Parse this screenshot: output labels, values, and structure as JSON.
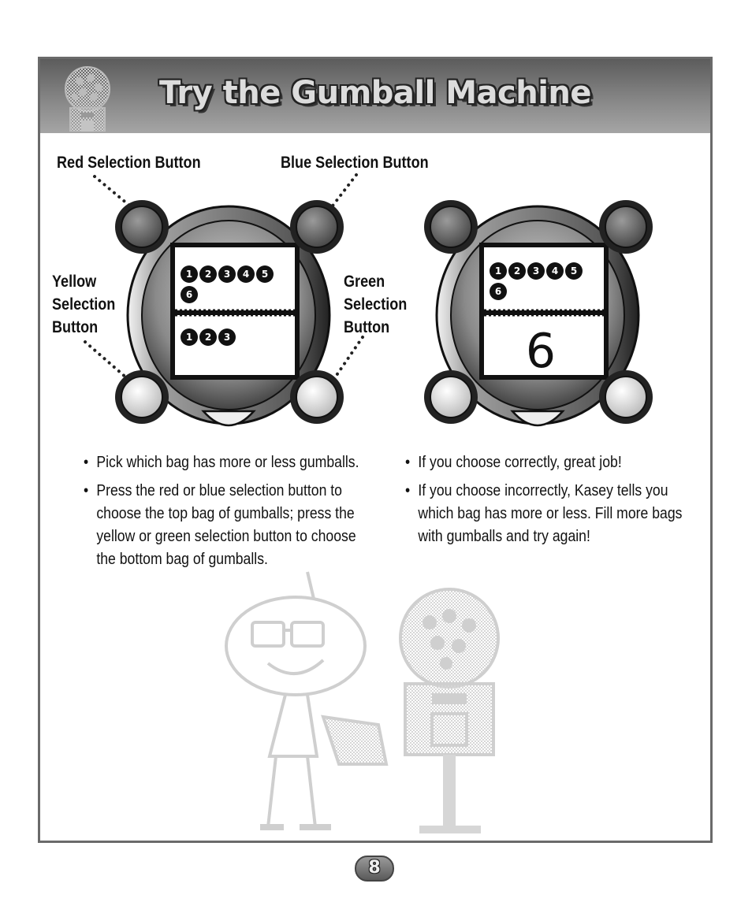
{
  "page": {
    "title": "Try the Gumball Machine",
    "page_number": "8"
  },
  "labels": {
    "red": "Red Selection Button",
    "blue": "Blue Selection Button",
    "yellow": [
      "Yellow",
      "Selection",
      "Button"
    ],
    "green": [
      "Green",
      "Selection",
      "Button"
    ]
  },
  "device_left": {
    "top_numbers": [
      "1",
      "2",
      "3",
      "4",
      "5",
      "6"
    ],
    "bottom_numbers": [
      "1",
      "2",
      "3"
    ]
  },
  "device_right": {
    "top_numbers": [
      "1",
      "2",
      "3",
      "4",
      "5",
      "6"
    ],
    "display_digit": "6"
  },
  "instructions_left": [
    "Pick which bag has more or less gumballs.",
    "Press the red or blue selection button to choose the top bag of gumballs; press the yellow or green selection button to choose the bottom bag of gumballs."
  ],
  "instructions_right": [
    "If you choose correctly, great job!",
    "If you choose incorrectly, Kasey tells you which bag has more or less. Fill more bags with gumballs and try again!"
  ],
  "icons": [
    "gumball-machine-icon",
    "dotted-leader",
    "kasey-character-illustration",
    "gumball-machine-illustration"
  ],
  "colors": {
    "border": "#6a6a6a",
    "header_dark": "#5c5c5c",
    "header_light": "#a5a5a5"
  }
}
